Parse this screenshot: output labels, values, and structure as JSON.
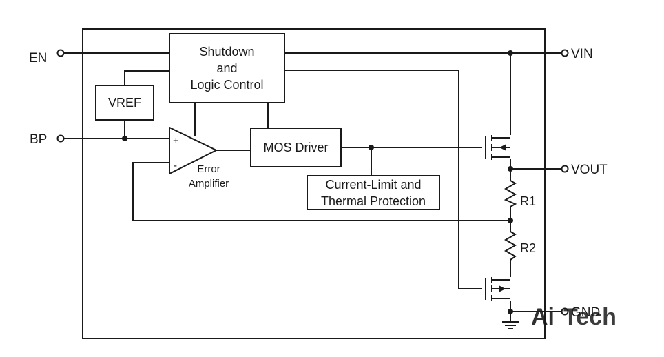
{
  "pins": {
    "en": "EN",
    "bp": "BP",
    "vin": "VIN",
    "vout": "VOUT",
    "gnd": "GND"
  },
  "blocks": {
    "shutdown": [
      "Shutdown",
      "and",
      "Logic Control"
    ],
    "vref": "VREF",
    "mos_driver": "MOS Driver",
    "current_limit": [
      "Current-Limit and",
      "Thermal Protection"
    ]
  },
  "amplifier": {
    "plus": "+",
    "minus": "-",
    "label": [
      "Error",
      "Amplifier"
    ]
  },
  "resistors": {
    "r1": "R1",
    "r2": "R2"
  },
  "watermark": {
    "part1": "Ai",
    "part2": "Tech",
    "color1": "#39b54a",
    "color2": "#6d6d6d"
  },
  "colors": {
    "line": "#1a1a1a",
    "background": "#ffffff"
  }
}
